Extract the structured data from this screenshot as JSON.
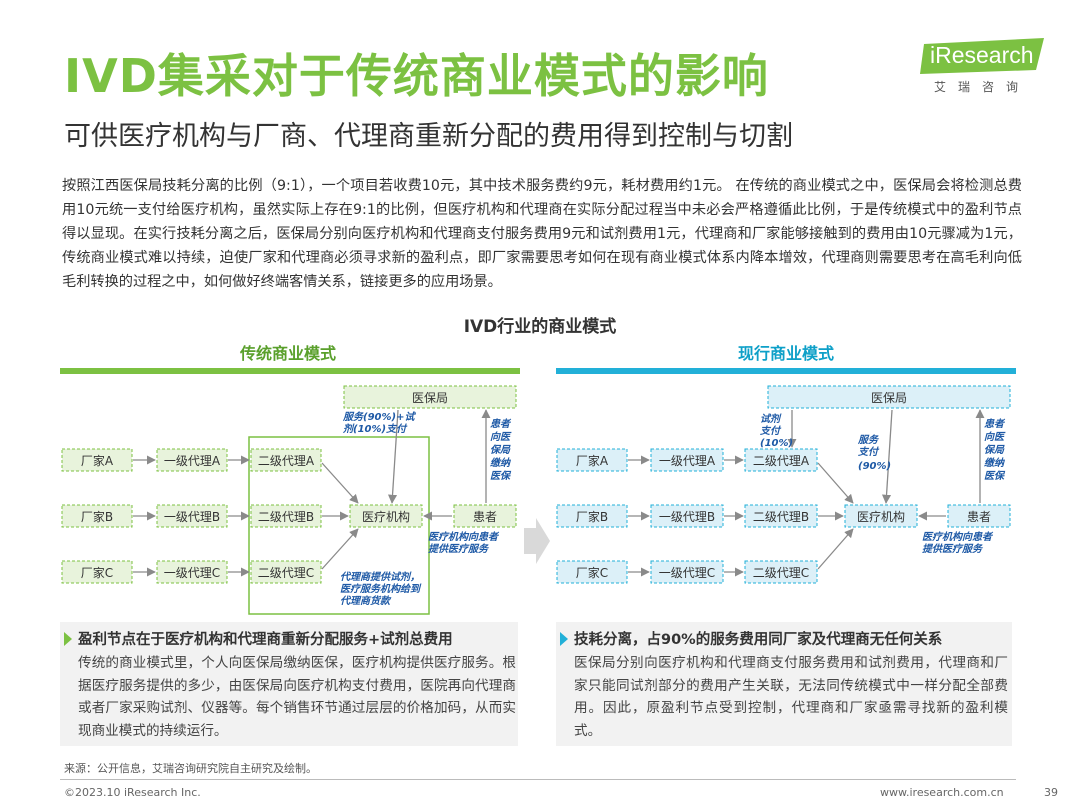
{
  "header": {
    "title": "IVD集采对于传统商业模式的影响",
    "subtitle": "可供医疗机构与厂商、代理商重新分配的费用得到控制与切割",
    "logo_text": "iResearch",
    "logo_cn": "艾瑞咨询"
  },
  "body_text": "按照江西医保局技耗分离的比例（9:1），一个项目若收费10元，其中技术服务费约9元，耗材费用约1元。 在传统的商业模式之中，医保局会将检测总费用10元统一支付给医疗机构，虽然实际上存在9:1的比例，但医疗机构和代理商在实际分配过程当中未必会严格遵循此比例，于是传统模式中的盈利节点得以显现。在实行技耗分离之后，医保局分别向医疗机构和代理商支付服务费用9元和试剂费用1元，代理商和厂家能够接触到的费用由10元骤减为1元，传统商业模式难以持续，迫使厂家和代理商必须寻求新的盈利点，即厂家需要思考如何在现有商业模式体系内降本增效，代理商则需要思考在高毛利向低毛利转换的过程之中，如何做好终端客情关系，链接更多的应用场景。",
  "diagram": {
    "title": "IVD行业的商业模式",
    "left": {
      "title": "传统商业模式",
      "nodes": {
        "factory_a": "厂家A",
        "factory_b": "厂家B",
        "factory_c": "厂家C",
        "agent1_a": "一级代理A",
        "agent1_b": "一级代理B",
        "agent1_c": "一级代理C",
        "agent2_a": "二级代理A",
        "agent2_b": "二级代理B",
        "agent2_c": "二级代理C",
        "insurance": "医保局",
        "hospital": "医疗机构",
        "patient": "患者"
      },
      "labels": {
        "pay_note_1": "服务(90%)+试",
        "pay_note_2": "剂(10%)支付",
        "patient_pay": [
          "患者",
          "向医",
          "保局",
          "缴纳",
          "医保"
        ],
        "hospital_service_1": "医疗机构向患者",
        "hospital_service_2": "提供医疗服务",
        "agent_service_1": "代理商提供试剂，",
        "agent_service_2": "医疗服务机构给到",
        "agent_service_3": "代理商货款"
      }
    },
    "right": {
      "title": "现行商业模式",
      "nodes": {
        "factory_a": "厂家A",
        "factory_b": "厂家B",
        "factory_c": "厂家C",
        "agent1_a": "一级代理A",
        "agent1_b": "一级代理B",
        "agent1_c": "一级代理C",
        "agent2_a": "二级代理A",
        "agent2_b": "二级代理B",
        "agent2_c": "二级代理C",
        "insurance": "医保局",
        "hospital": "医疗机构",
        "patient": "患者"
      },
      "labels": {
        "reagent_pay": [
          "试剂",
          "支付",
          "(10%)"
        ],
        "service_pay": [
          "服务",
          "支付",
          "(90%)"
        ],
        "patient_pay": [
          "患者",
          "向医",
          "保局",
          "缴纳",
          "医保"
        ],
        "hospital_service_1": "医疗机构向患者",
        "hospital_service_2": "提供医疗服务"
      }
    }
  },
  "notes": {
    "left": {
      "heading": "盈利节点在于医疗机构和代理商重新分配服务+试剂总费用",
      "text": "传统的商业模式里，个人向医保局缴纳医保，医疗机构提供医疗服务。根据医疗服务提供的多少，由医保局向医疗机构支付费用，医院再向代理商或者厂家采购试剂、仪器等。每个销售环节通过层层的价格加码，从而实现商业模式的持续运行。"
    },
    "right": {
      "heading": "技耗分离，占90%的服务费用同厂家及代理商无任何关系",
      "text": "医保局分别向医疗机构和代理商支付服务费用和试剂费用，代理商和厂家只能同试剂部分的费用产生关联，无法同传统模式中一样分配全部费用。因此，原盈利节点受到控制，代理商和厂家亟需寻找新的盈利模式。"
    }
  },
  "footer": {
    "source": "来源：公开信息，艾瑞咨询研究院自主研究及绘制。",
    "copyright": "©2023.10 iResearch Inc.",
    "website": "www.iresearch.com.cn",
    "page": "39"
  },
  "colors": {
    "green": "#7cc142",
    "dark_green": "#5aa02c",
    "blue": "#22b0d8",
    "node_green_fill": "#e8f3dc",
    "node_blue_fill": "#dcf0f8",
    "italic_blue": "#1f5aa6"
  }
}
